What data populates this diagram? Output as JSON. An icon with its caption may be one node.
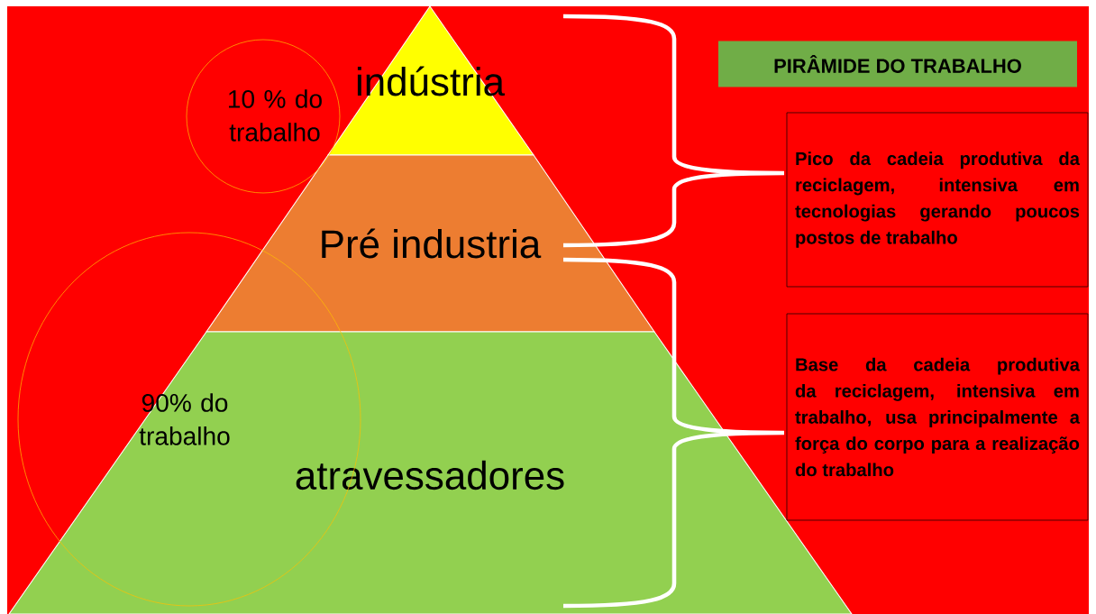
{
  "diagram": {
    "title": "PIRÂMIDE DO TRABALHO",
    "nodes": [
      {
        "text": [
          "indústria"
        ]
      },
      {
        "text": [
          "Pré industria"
        ]
      },
      {
        "text": [
          "atravessadores"
        ]
      },
      {
        "text": [
          "10 % do trabalho"
        ]
      },
      {
        "text": [
          "90% do trabalho"
        ]
      },
      {
        "text": [
          "Pico da cadeia produtiva da reciclagem, intensiva em tecnologias gerando poucos postos de trabalho"
        ]
      },
      {
        "text": [
          "Base da cadeia produtiva da reciclagem, intensiva em trabalho, usa principalmente a força do corpo para a realização do trabalho"
        ]
      }
    ]
  }
}
